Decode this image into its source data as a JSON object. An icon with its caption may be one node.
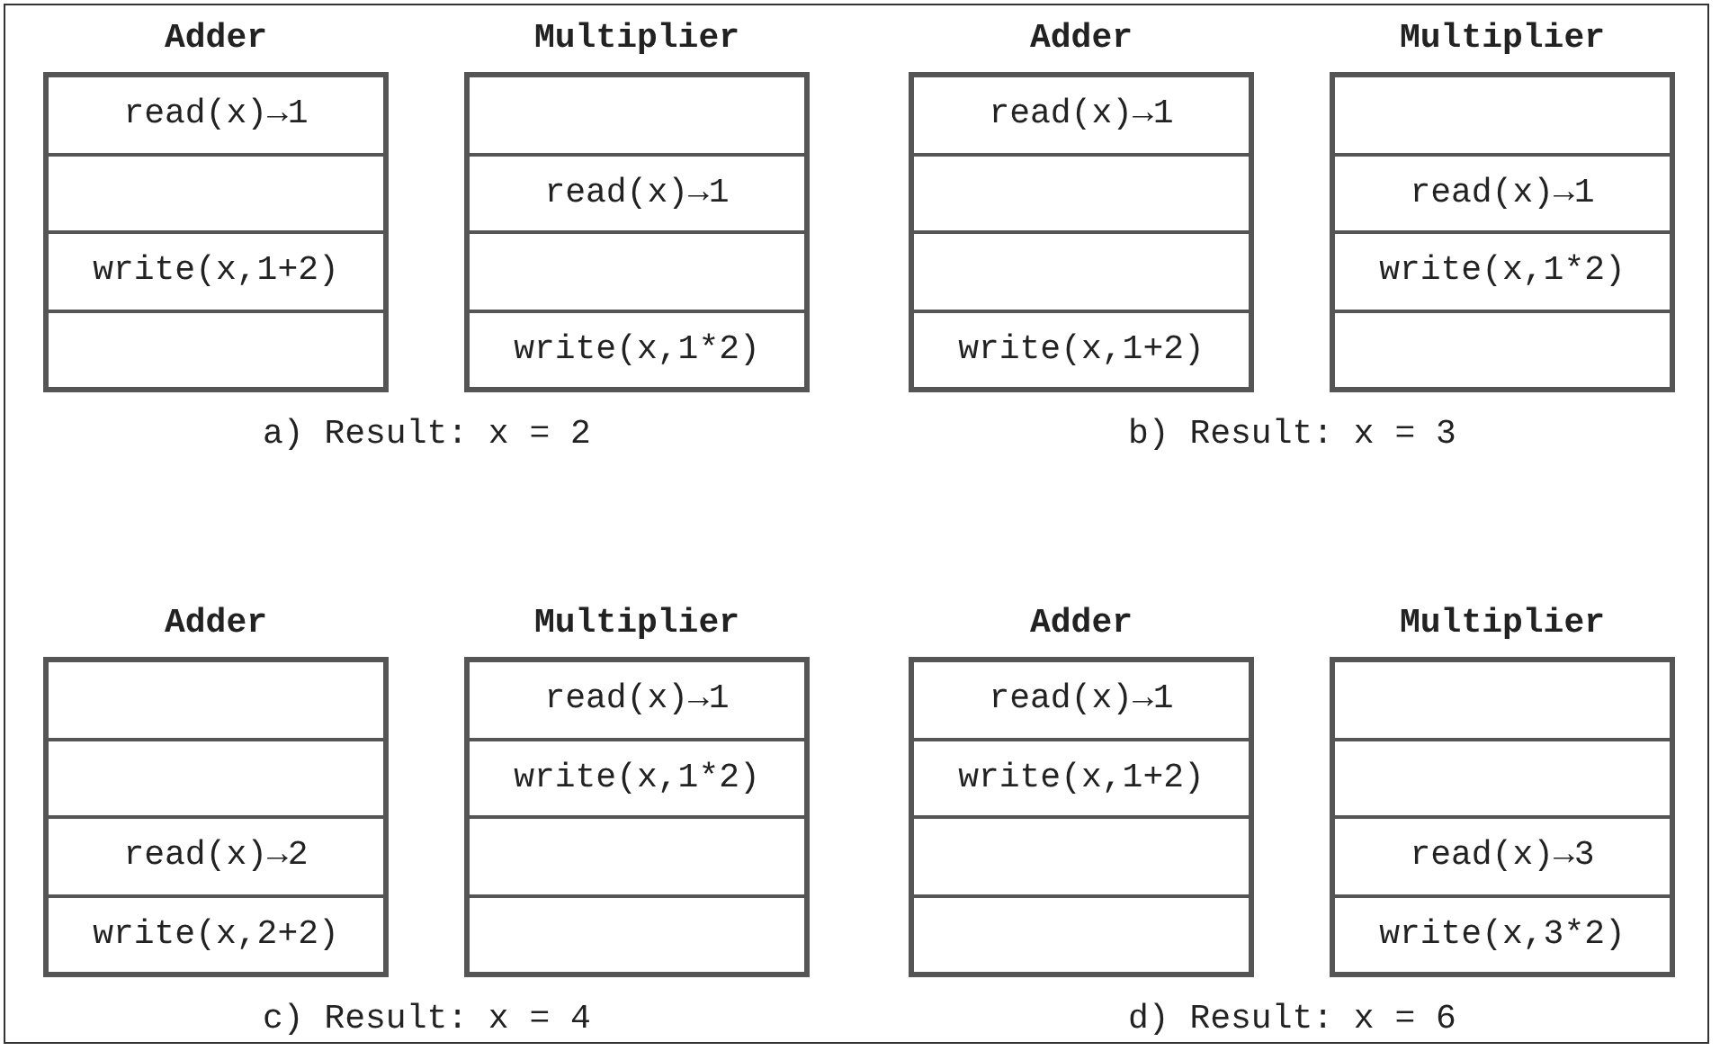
{
  "diagram": {
    "nodes": [
      {
        "text": [
          "Adder"
        ]
      },
      {
        "text": [
          "read(x)→1"
        ],
        "in": 0
      },
      {
        "text": [],
        "shape": "box",
        "in": 0
      },
      {
        "text": [
          "write(x,1+2)"
        ],
        "in": 0
      },
      {
        "text": [],
        "shape": "box",
        "in": 0
      },
      {
        "text": [
          "Multiplier"
        ]
      },
      {
        "text": [],
        "shape": "box",
        "in": 5
      },
      {
        "text": [
          "read(x)→1"
        ],
        "in": 5
      },
      {
        "text": [],
        "shape": "box",
        "in": 5
      },
      {
        "text": [
          "write(x,1*2)"
        ],
        "in": 5
      },
      {
        "text": [
          "Adder"
        ]
      },
      {
        "text": [
          "read(x)→1"
        ],
        "in": 10
      },
      {
        "text": [],
        "shape": "box",
        "in": 10
      },
      {
        "text": [],
        "shape": "box",
        "in": 10
      },
      {
        "text": [
          "write(x,1+2)"
        ],
        "in": 10
      },
      {
        "text": [
          "Multiplier"
        ]
      },
      {
        "text": [],
        "shape": "box",
        "in": 15
      },
      {
        "text": [
          "read(x)→1"
        ],
        "in": 15
      },
      {
        "text": [
          "write(x,1*2)"
        ],
        "in": 15
      },
      {
        "text": [],
        "shape": "box",
        "in": 15
      },
      {
        "text": [
          "Adder"
        ]
      },
      {
        "text": [],
        "shape": "box",
        "in": 20
      },
      {
        "text": [],
        "shape": "box",
        "in": 20
      },
      {
        "text": [
          "read(x)→2"
        ],
        "in": 20
      },
      {
        "text": [
          "write(x,2+2)"
        ],
        "in": 20
      },
      {
        "text": [
          "Multiplier"
        ]
      },
      {
        "text": [
          "read(x)→1"
        ],
        "in": 25
      },
      {
        "text": [
          "write(x,1*2)"
        ],
        "in": 25
      },
      {
        "text": [],
        "shape": "box",
        "in": 25
      },
      {
        "text": [],
        "shape": "box",
        "in": 25
      },
      {
        "text": [
          "Adder"
        ]
      },
      {
        "text": [
          "read(x)→1"
        ],
        "in": 30
      },
      {
        "text": [
          "write(x,1+2)"
        ],
        "in": 30
      },
      {
        "text": [],
        "shape": "box",
        "in": 30
      },
      {
        "text": [],
        "shape": "box",
        "in": 30
      },
      {
        "text": [
          "Multiplier"
        ]
      },
      {
        "text": [],
        "shape": "box",
        "in": 35
      },
      {
        "text": [],
        "shape": "box",
        "in": 35
      },
      {
        "text": [
          "read(x)→3"
        ],
        "in": 35
      },
      {
        "text": [
          "write(x,3*2)"
        ],
        "in": 35
      }
    ],
    "labels": [
      "a) Result: x = 2",
      "b) Result: x = 3",
      "c) Result: x = 4",
      "d) Result: x = 6"
    ]
  }
}
